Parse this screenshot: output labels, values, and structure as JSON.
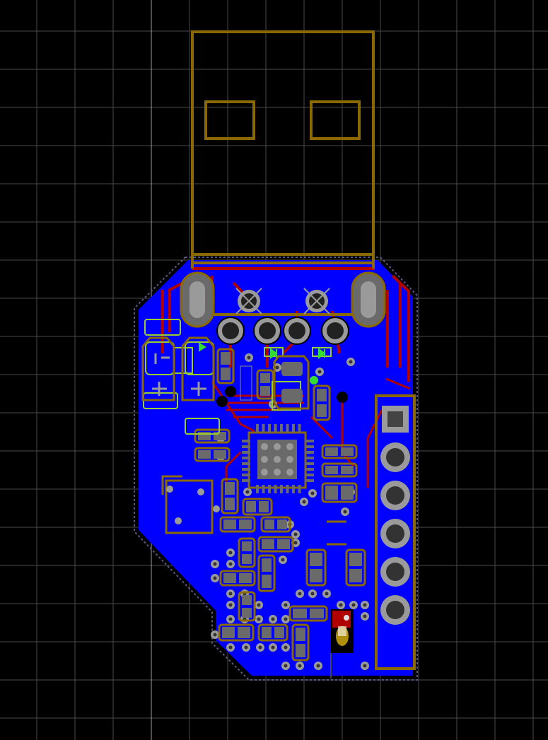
{
  "view": {
    "background_color": "#000000",
    "grid_color": "#4a4a4a",
    "origin_line_color": "#9a9a9a"
  },
  "layers": {
    "copper_pour": "#0000ff",
    "top_traces": "#b00000",
    "silkscreen": "#8a6a00",
    "pads_and_vias": "#9a9a9a",
    "component_outlines": "#9acd32",
    "highlight": "#33dd33",
    "board_edge": "#5a5a80"
  },
  "components": {
    "usb_connector": "usb-a-plug",
    "microcontroller": "qfn-package",
    "pin_header": "6-pin-header",
    "led": "red-led"
  }
}
